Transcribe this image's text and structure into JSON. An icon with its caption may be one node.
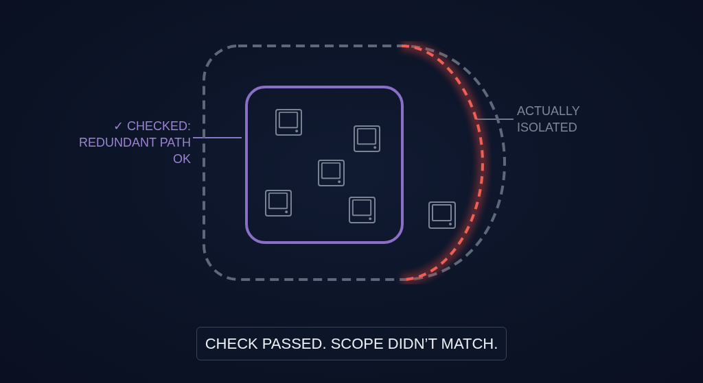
{
  "diagram": {
    "nodes": [
      {
        "text": [],
        "shape": "box"
      },
      {
        "text": [],
        "shape": "box",
        "in": 0
      },
      {
        "text": [],
        "shape": "arc",
        "in": 0
      },
      {
        "text": [
          "✓ CHECKED: REDUNDANT PATH OK"
        ]
      },
      {
        "text": [
          "ACTUALLY ISOLATED"
        ]
      },
      {
        "text": [
          "CHECK PASSED. SCOPE DIDN’T MATCH."
        ]
      }
    ],
    "edges": [
      {
        "from": 3,
        "to": 1,
        "arrow": "none",
        "color": "#8e74c8"
      },
      {
        "from": 4,
        "to": 2,
        "arrow": "none",
        "color": "#6f7b8b"
      }
    ]
  }
}
